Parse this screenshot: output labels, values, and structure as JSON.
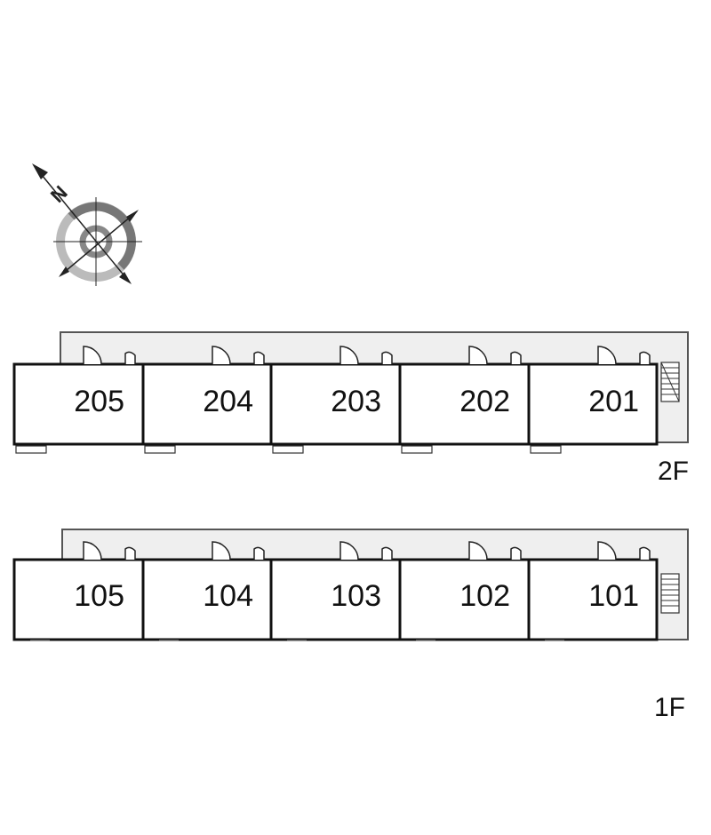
{
  "compass": {
    "north_label": "N"
  },
  "floors": [
    {
      "id": "2F",
      "label": "2F",
      "units": [
        "205",
        "204",
        "203",
        "202",
        "201"
      ]
    },
    {
      "id": "1F",
      "label": "1F",
      "units": [
        "105",
        "104",
        "103",
        "102",
        "101"
      ]
    }
  ],
  "colors": {
    "corridor_fill": "#efefef",
    "wall": "#111111",
    "compass_dark": "#777777",
    "compass_light": "#bbbbbb"
  }
}
